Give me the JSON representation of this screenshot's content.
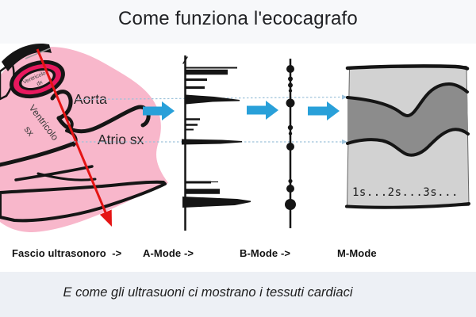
{
  "title": "Come funziona l'ecocagrafo",
  "caption": "E come gli ultrasuoni ci mostrano i tessuti cardiaci",
  "heart": {
    "ventricolo_dx": [
      "Ventricolo",
      "dx"
    ],
    "ventricolo_sx": [
      "Ventricolo",
      "sx"
    ],
    "aorta": "Aorta",
    "atrio_sx": "Atrio sx"
  },
  "labels": {
    "beam": "Fascio ultrasonoro  ->",
    "a_mode": "A-Mode ->",
    "b_mode": "B-Mode ->",
    "m_mode": "M-Mode"
  },
  "m_mode_timeline": "1s...2s...3s...",
  "colors": {
    "heart_pink": "#f8b7cb",
    "heart_crimson": "#e8185e",
    "beam_red": "#e51414",
    "arrow_blue": "#29a0d9",
    "guide_blue": "#9dc2da",
    "mmode_light": "#d2d2d2",
    "mmode_dark": "#8c8c8c",
    "ink": "#151515"
  }
}
